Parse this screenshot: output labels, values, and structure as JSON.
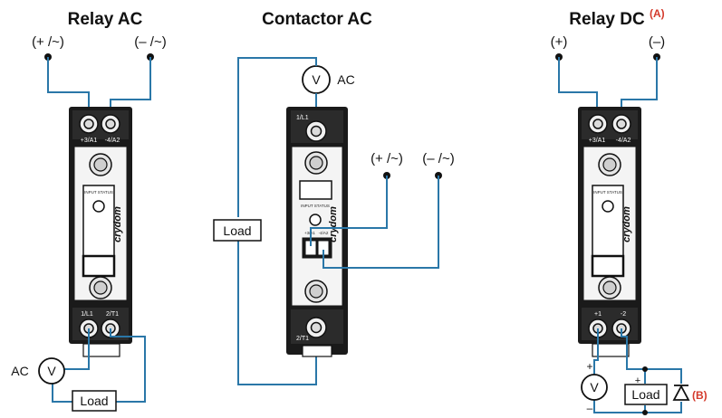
{
  "titles": {
    "relay_ac": "Relay AC",
    "contactor_ac": "Contactor AC",
    "relay_dc": "Relay DC",
    "relay_dc_note": "(A)"
  },
  "terminals": {
    "pos_ac": "(+ /~)",
    "neg_ac": "(– /~)",
    "pos_ac_mid": "(+ /~)",
    "neg_ac_mid": "(– /~)",
    "pos_dc": "(+)",
    "neg_dc": "(–)"
  },
  "relay_ac": {
    "top_left": "+3/A1",
    "top_right": "-4/A2",
    "bottom_left": "1/L1",
    "bottom_right": "2/T1",
    "status": "INPUT STATUS",
    "brand": "crydom",
    "meter": "V",
    "meter_label": "AC",
    "load": "Load"
  },
  "contactor_ac": {
    "top_terminal": "1/L1",
    "bottom_terminal": "2/T1",
    "ctrl_left": "+3/A1",
    "ctrl_right": "-4/A2",
    "status": "INPUT STATUS",
    "brand": "crydom",
    "meter": "V",
    "meter_label": "AC",
    "load": "Load"
  },
  "relay_dc": {
    "top_left": "+3/A1",
    "top_right": "-4/A2",
    "bottom_left": "+1",
    "bottom_right": "-2",
    "status": "INPUT STATUS",
    "brand": "crydom",
    "meter": "V",
    "load": "Load",
    "plus": "+",
    "minus": "–",
    "load_plus": "+",
    "diode_note": "(B)"
  },
  "colors": {
    "wire": "#2a77a8",
    "note": "#d43a2c",
    "device": "#1a1a1a"
  }
}
